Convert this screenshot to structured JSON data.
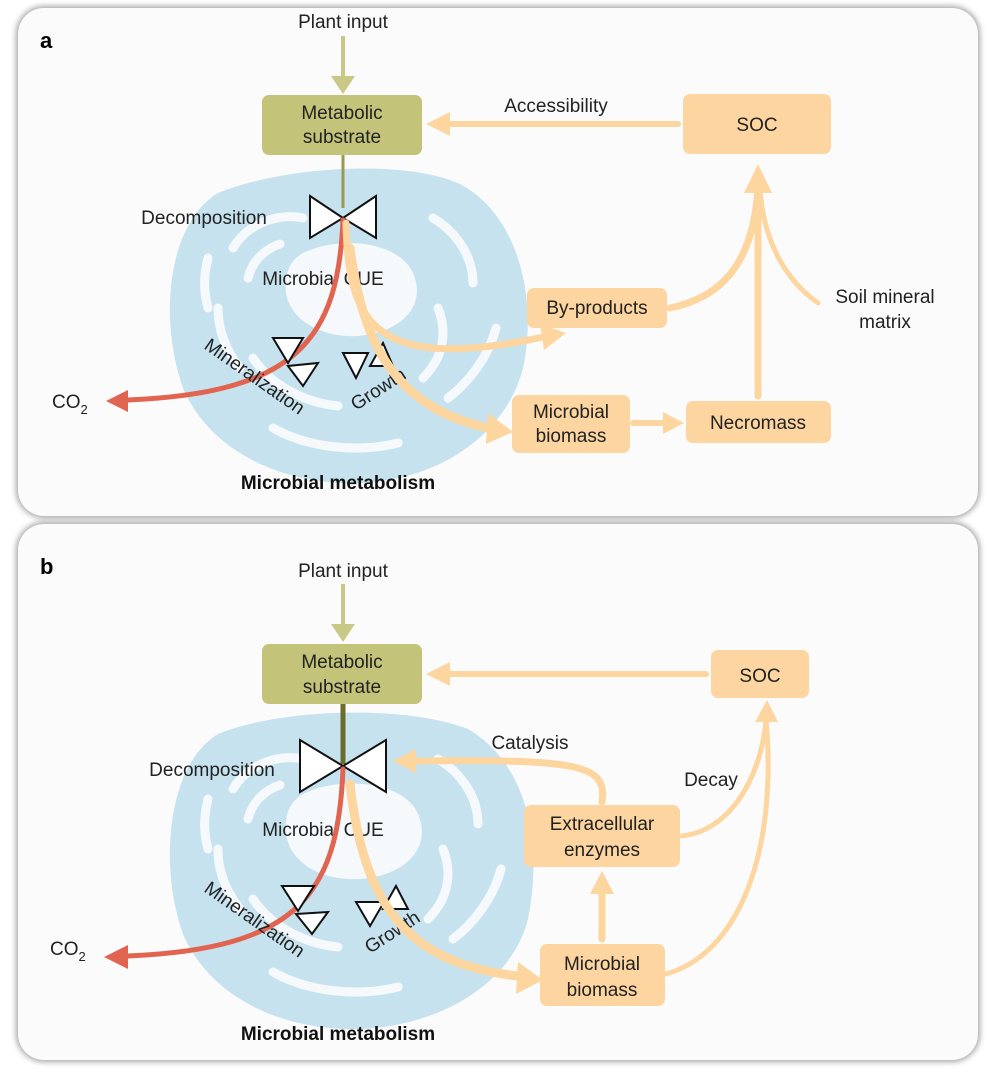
{
  "panel_a": {
    "letter": "a",
    "plant_input": "Plant input",
    "metabolic_substrate": [
      "Metabolic",
      "substrate"
    ],
    "accessibility": "Accessibility",
    "soc": "SOC",
    "decomposition": "Decomposition",
    "microbial_cue": "Microbial CUE",
    "by_products": "By-products",
    "soil_mineral_matrix": [
      "Soil mineral",
      "matrix"
    ],
    "mineralization": "Mineralization",
    "growth": "Growth",
    "co2": "CO",
    "co2_sub": "2",
    "microbial_biomass": [
      "Microbial",
      "biomass"
    ],
    "necromass": "Necromass",
    "microbial_metabolism": "Microbial metabolism"
  },
  "panel_b": {
    "letter": "b",
    "plant_input": "Plant input",
    "metabolic_substrate": [
      "Metabolic",
      "substrate"
    ],
    "soc": "SOC",
    "catalysis": "Catalysis",
    "decay": "Decay",
    "decomposition": "Decomposition",
    "microbial_cue": "Microbial CUE",
    "extracellular_enzymes": [
      "Extracellular",
      "enzymes"
    ],
    "mineralization": "Mineralization",
    "growth": "Growth",
    "co2": "CO",
    "co2_sub": "2",
    "microbial_biomass": [
      "Microbial",
      "biomass"
    ],
    "microbial_metabolism": "Microbial metabolism"
  },
  "colors": {
    "olive_box": "#c4c37a",
    "orange_box": "#fdd5a0",
    "cell": "#c6e2ee",
    "co2_arrow": "#e06450"
  }
}
